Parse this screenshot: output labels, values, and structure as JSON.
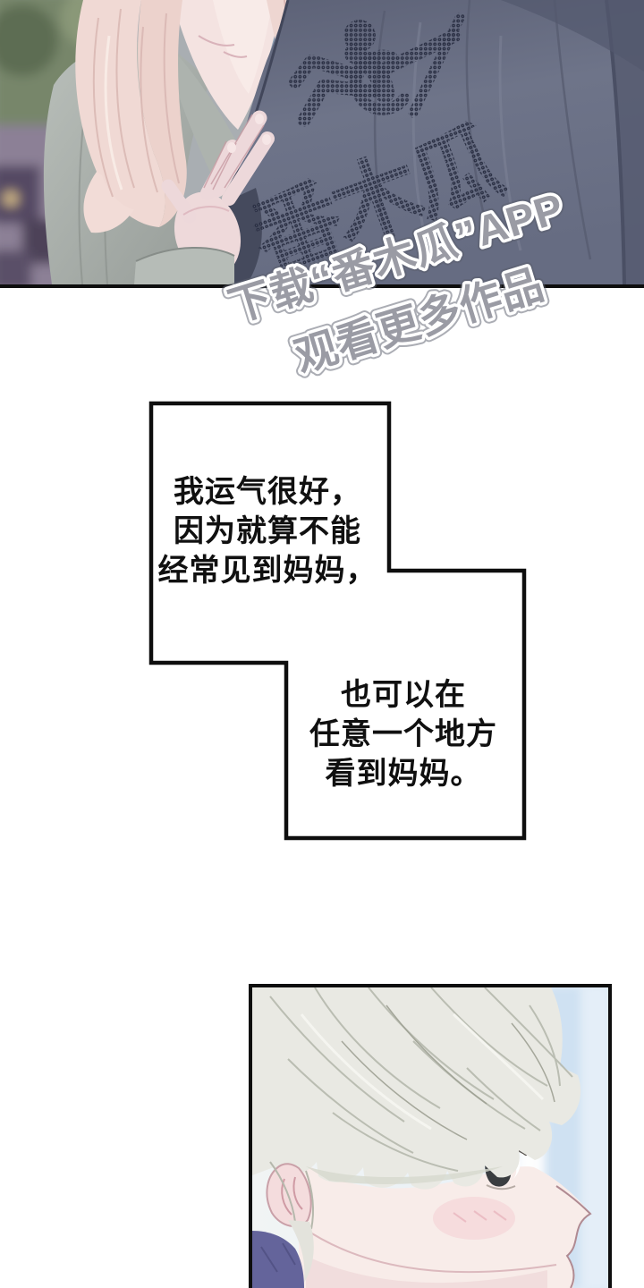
{
  "comic": {
    "watermark": {
      "logo_text": "番木瓜",
      "line1": "下载“番木瓜”APP",
      "line2": "观看更多作品"
    },
    "captions": {
      "box1": {
        "lines": [
          "我运气很好，",
          "因为就算不能",
          "经常见到妈妈，"
        ]
      },
      "box2": {
        "lines": [
          "也可以在",
          "任意一个地方",
          "看到妈妈。"
        ]
      }
    },
    "colors": {
      "panel_border": "#0e0e0e",
      "caption_text": "#101010",
      "coat_slate": "#6b7187",
      "halftone_dot": "#272c40",
      "watermark_fill": "#9a9ba4",
      "watermark_outline": "#ffffff",
      "hair_pink": "#efd8d3",
      "cardigan_gray": "#b2b8b3",
      "hair_silver": "#e9e9e3",
      "skin": "#f6e9e6",
      "blush": "#f3cbd0",
      "eye_dark": "#3a3d40",
      "purple_clothing": "#64649b",
      "bottom_bg_blue": "#dcE9f5"
    }
  }
}
